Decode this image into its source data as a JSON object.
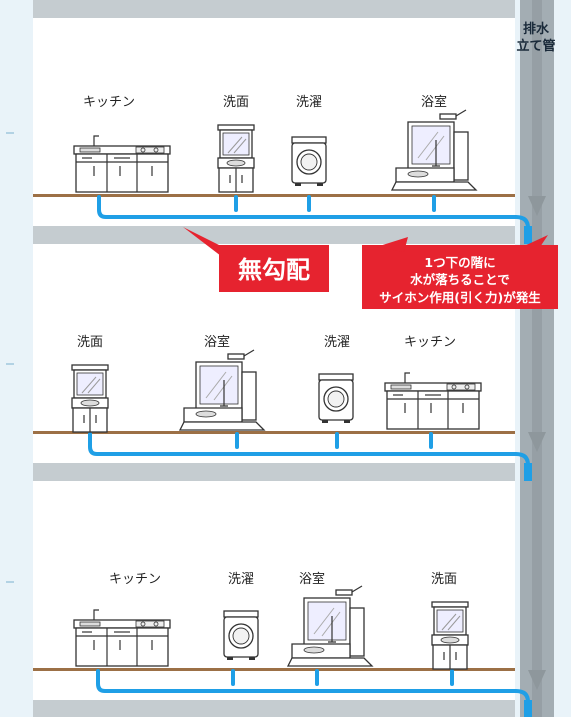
{
  "pipe_label": {
    "line1": "排水",
    "line2": "立て管"
  },
  "no_slope_label": "無勾配",
  "siphon_callout": {
    "line1": "1つ下の階に",
    "line2": "水が落ちることで",
    "line3": "サイホン作用(引く力)が発生"
  },
  "floors": [
    {
      "labels": [
        "キッチン",
        "洗面",
        "洗濯",
        "浴室"
      ]
    },
    {
      "labels": [
        "洗面",
        "浴室",
        "洗濯",
        "キッチン"
      ]
    },
    {
      "labels": [
        "キッチン",
        "洗濯",
        "浴室",
        "洗面"
      ]
    }
  ],
  "colors": {
    "background": "#e9f3f9",
    "room": "#ffffff",
    "slab": "#c5ccd0",
    "floor_line": "#9c7046",
    "drain_pipe": "#1f9fe6",
    "stack": "#a3adb3",
    "callout_red": "#e6232f"
  }
}
